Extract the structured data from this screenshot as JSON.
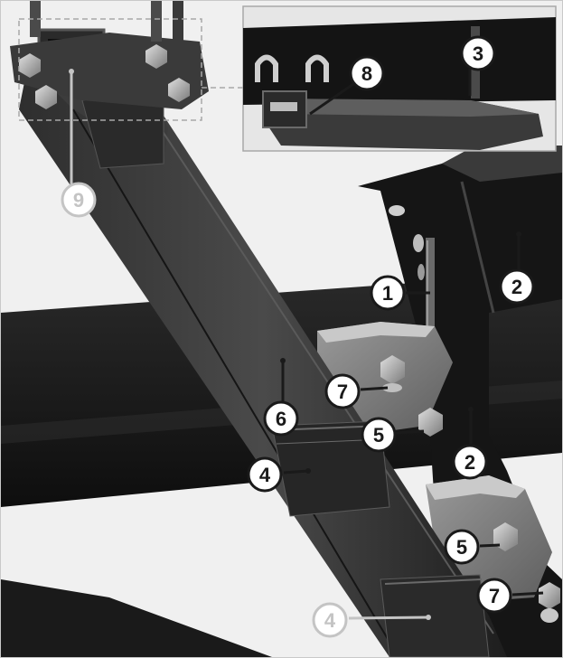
{
  "colors": {
    "background": "#f2f2f2",
    "steel_dark": "#1c1c1c",
    "steel_mid": "#3a3a3a",
    "steel_light": "#5a5a5a",
    "callout_active": "#1a1a1a",
    "callout_inactive": "#c4c4c4",
    "detail_border": "#a8a8a8"
  },
  "callouts": [
    {
      "id": "callout-9",
      "label": "9",
      "style": "inactive"
    },
    {
      "id": "callout-8",
      "label": "8",
      "style": "active"
    },
    {
      "id": "callout-3",
      "label": "3",
      "style": "active"
    },
    {
      "id": "callout-2a",
      "label": "2",
      "style": "active"
    },
    {
      "id": "callout-1",
      "label": "1",
      "style": "active"
    },
    {
      "id": "callout-7a",
      "label": "7",
      "style": "active"
    },
    {
      "id": "callout-6",
      "label": "6",
      "style": "active"
    },
    {
      "id": "callout-5a",
      "label": "5",
      "style": "active"
    },
    {
      "id": "callout-2b",
      "label": "2",
      "style": "active"
    },
    {
      "id": "callout-4a",
      "label": "4",
      "style": "active"
    },
    {
      "id": "callout-5b",
      "label": "5",
      "style": "active"
    },
    {
      "id": "callout-7b",
      "label": "7",
      "style": "active"
    },
    {
      "id": "callout-4b",
      "label": "4",
      "style": "inactive"
    }
  ]
}
